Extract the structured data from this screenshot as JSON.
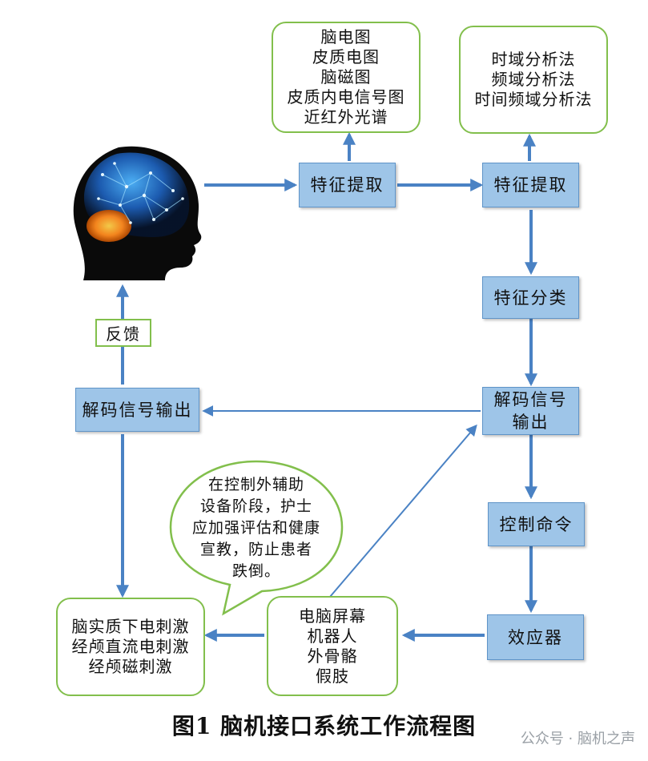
{
  "nodes": {
    "signal_types": [
      "脑电图",
      "皮质电图",
      "脑磁图",
      "皮质内电信号图",
      "近红外光谱"
    ],
    "analysis_methods": [
      "时域分析法",
      "频域分析法",
      "时间频域分析法"
    ],
    "feature_extract_1": "特征提取",
    "feature_extract_2": "特征提取",
    "feature_classify": "特征分类",
    "decode_output_right": [
      "解码信号",
      "输出"
    ],
    "decode_output_left": "解码信号输出",
    "control_command": "控制命令",
    "effector": "效应器",
    "feedback": "反馈",
    "devices": [
      "电脑屏幕",
      "机器人",
      "外骨骼",
      "假肢"
    ],
    "stimulation": [
      "脑实质下电刺激",
      "经颅直流电刺激",
      "经颅磁刺激"
    ],
    "nursing_note": [
      "在控制外辅助",
      "设备阶段，护士",
      "应加强评估和健康",
      "宣教，防止患者",
      "跌倒。"
    ]
  },
  "caption": "图1 脑机接口系统工作流程图",
  "watermark": "公众号 · 脑机之声",
  "colors": {
    "box_fill": "#9ec5e8",
    "box_border": "#5f94c8",
    "arrow": "#4a82c4",
    "rounded_border": "#82bf4c"
  },
  "icons": [
    "brain-head-icon"
  ]
}
